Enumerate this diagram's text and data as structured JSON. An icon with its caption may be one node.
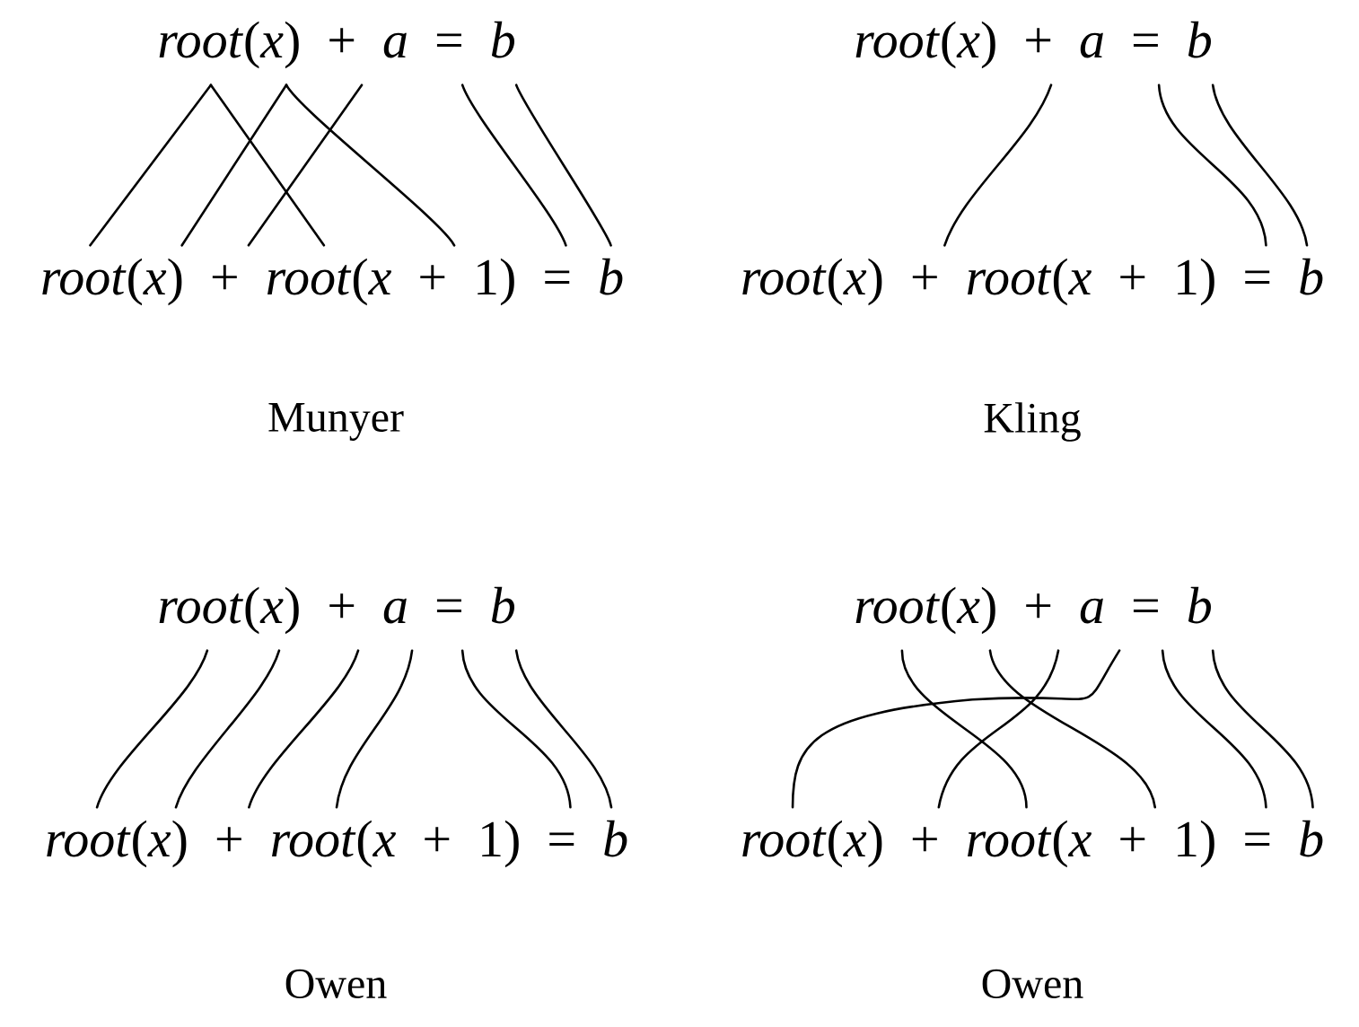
{
  "diagram": {
    "nodes": [
      {
        "text": [
          "*root*(*x*) + *a* = *b*"
        ]
      },
      {
        "text": [
          "*root*(*x*) + *root*(*x* + 1) = *b*"
        ]
      },
      {
        "text": [
          "*root*(*x*) + *a* = *b*"
        ]
      },
      {
        "text": [
          "*root*(*x*) + *root*(*x* + 1) = *b*"
        ]
      },
      {
        "text": [
          "*root*(*x*) + *a* = *b*"
        ]
      },
      {
        "text": [
          "*root*(*x*) + *root*(*x* + 1) = *b*"
        ]
      },
      {
        "text": [
          "*root*(*x*) + *a* = *b*"
        ]
      },
      {
        "text": [
          "*root*(*x*) + *root*(*x* + 1) = *b*"
        ]
      }
    ],
    "edges": [
      {
        "from": 0,
        "to": 1,
        "arrow": "none"
      },
      {
        "from": 0,
        "to": 1,
        "arrow": "none"
      },
      {
        "from": 0,
        "to": 1,
        "arrow": "none"
      },
      {
        "from": 0,
        "to": 1,
        "arrow": "none"
      },
      {
        "from": 0,
        "to": 1,
        "arrow": "none"
      },
      {
        "from": 0,
        "to": 1,
        "arrow": "none"
      },
      {
        "from": 0,
        "to": 1,
        "arrow": "none"
      },
      {
        "from": 2,
        "to": 3,
        "arrow": "none"
      },
      {
        "from": 2,
        "to": 3,
        "arrow": "none"
      },
      {
        "from": 2,
        "to": 3,
        "arrow": "none"
      },
      {
        "from": 4,
        "to": 5,
        "arrow": "none"
      },
      {
        "from": 4,
        "to": 5,
        "arrow": "none"
      },
      {
        "from": 4,
        "to": 5,
        "arrow": "none"
      },
      {
        "from": 4,
        "to": 5,
        "arrow": "none"
      },
      {
        "from": 4,
        "to": 5,
        "arrow": "none"
      },
      {
        "from": 4,
        "to": 5,
        "arrow": "none"
      },
      {
        "from": 6,
        "to": 7,
        "arrow": "none"
      },
      {
        "from": 6,
        "to": 7,
        "arrow": "none"
      },
      {
        "from": 6,
        "to": 7,
        "arrow": "none"
      },
      {
        "from": 6,
        "to": 7,
        "arrow": "none"
      },
      {
        "from": 6,
        "to": 7,
        "arrow": "none"
      },
      {
        "from": 6,
        "to": 7,
        "arrow": "none"
      }
    ],
    "labels": [
      "Munyer",
      "Kling",
      "Owen",
      "Owen"
    ]
  }
}
